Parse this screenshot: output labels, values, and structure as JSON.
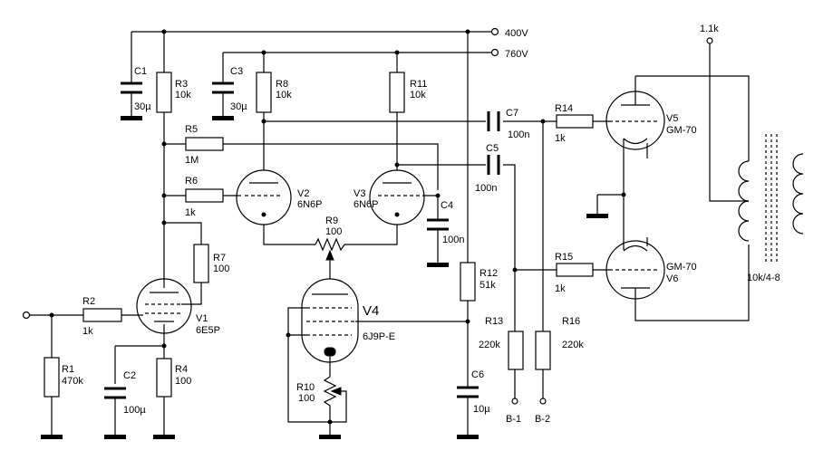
{
  "supply": {
    "v400": "400V",
    "v760": "760V",
    "v1k1": "1.1k"
  },
  "resistors": {
    "r1": {
      "name": "R1",
      "value": "470k"
    },
    "r2": {
      "name": "R2",
      "value": "1k"
    },
    "r3": {
      "name": "R3",
      "value": "10k"
    },
    "r4": {
      "name": "R4",
      "value": "100"
    },
    "r5": {
      "name": "R5",
      "value": "1M"
    },
    "r6": {
      "name": "R6",
      "value": "1k"
    },
    "r7": {
      "name": "R7",
      "value": "100"
    },
    "r8": {
      "name": "R8",
      "value": "10k"
    },
    "r9": {
      "name": "R9",
      "value": "100"
    },
    "r10": {
      "name": "R10",
      "value": "100"
    },
    "r11": {
      "name": "R11",
      "value": "10k"
    },
    "r12": {
      "name": "R12",
      "value": "51k"
    },
    "r13": {
      "name": "R13",
      "value": "220k"
    },
    "r14": {
      "name": "R14",
      "value": "1k"
    },
    "r15": {
      "name": "R15",
      "value": "1k"
    },
    "r16": {
      "name": "R16",
      "value": "220k"
    }
  },
  "capacitors": {
    "c1": {
      "name": "C1",
      "value": "30µ"
    },
    "c2": {
      "name": "C2",
      "value": "100µ"
    },
    "c3": {
      "name": "C3",
      "value": "30µ"
    },
    "c4": {
      "name": "C4",
      "value": "100n"
    },
    "c5": {
      "name": "C5",
      "value": "100n"
    },
    "c6": {
      "name": "C6",
      "value": "10µ"
    },
    "c7": {
      "name": "C7",
      "value": "100n"
    }
  },
  "tubes": {
    "v1": {
      "name": "V1",
      "type": "6E5P"
    },
    "v2": {
      "name": "V2",
      "type": "6N6P"
    },
    "v3": {
      "name": "V3",
      "type": "6N6P"
    },
    "v4": {
      "name": "V4",
      "type": "6J9P-E"
    },
    "v5": {
      "name": "V5",
      "type": "GM-70"
    },
    "v6": {
      "name": "V6",
      "type": "GM-70"
    }
  },
  "bias": {
    "b1": "B-1",
    "b2": "B-2"
  },
  "transformer": {
    "label": "10k/4-8"
  }
}
